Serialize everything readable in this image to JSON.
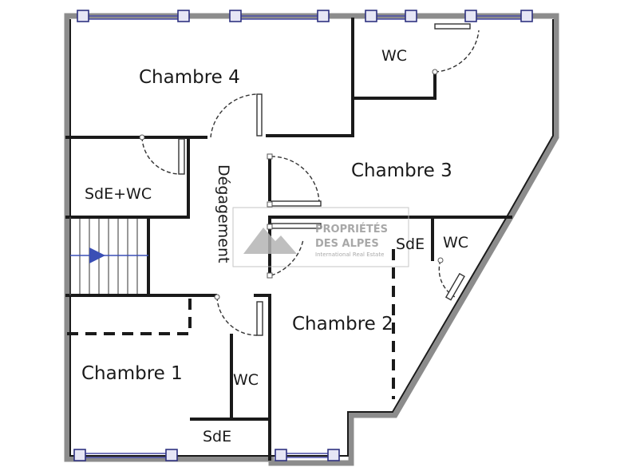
{
  "rooms": {
    "chambre4": "Chambre 4",
    "wc_top": "WC",
    "chambre3": "Chambre 3",
    "sde_wc": "SdE+WC",
    "degagement": "Dégagement",
    "sde_mid": "SdE",
    "wc_mid": "WC",
    "chambre2": "Chambre 2",
    "chambre1": "Chambre 1",
    "wc_bottom": "WC",
    "sde_bottom": "SdE"
  },
  "watermark": {
    "line1": "PROPRIÉTÉS",
    "line2": "DES ALPES",
    "line3": "International Real Estate"
  },
  "colors": {
    "walls": "#1a1a1a",
    "outer_wall": "#8c8c8c",
    "windows": "#2f3380",
    "stair_arrow": "#3a4fb5"
  },
  "icons": {
    "stair_direction": "arrow-right-icon",
    "watermark_logo": "mountain-logo-icon"
  }
}
